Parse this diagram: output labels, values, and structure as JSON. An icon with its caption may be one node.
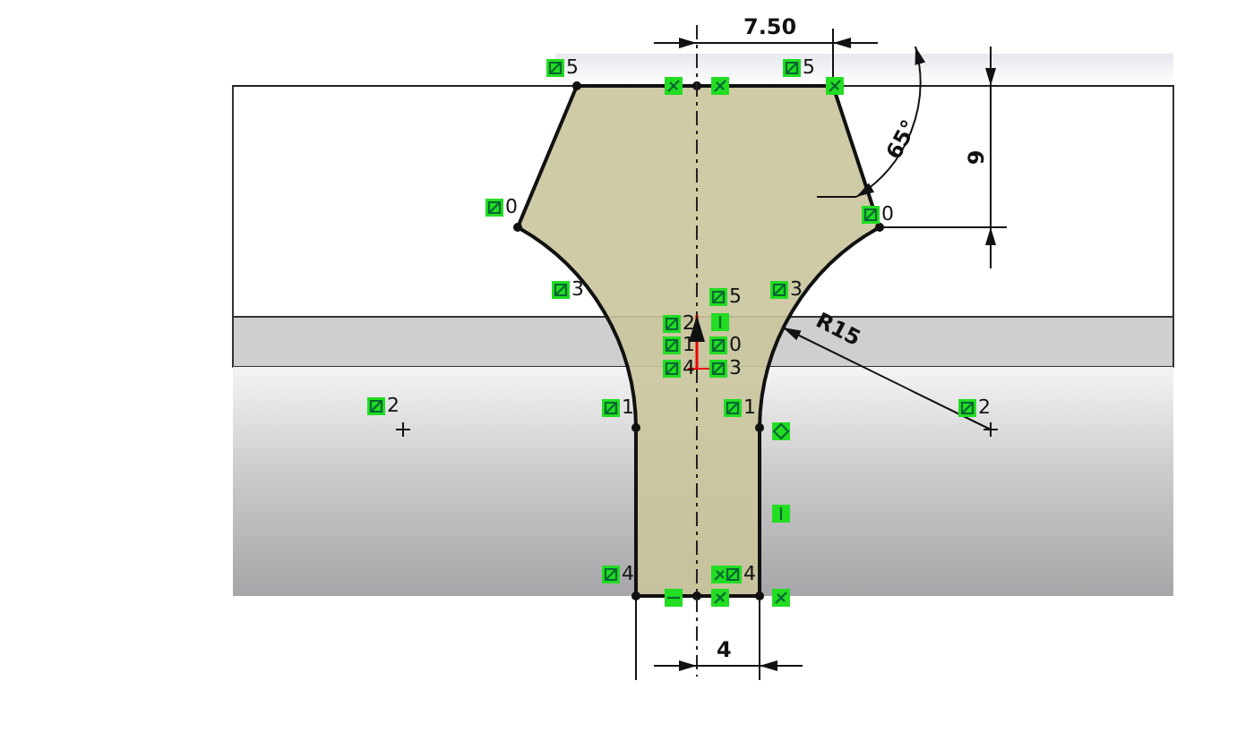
{
  "diagram": {
    "labels": [
      "7.50",
      "5",
      "5",
      "65°",
      "9",
      "0",
      "0",
      "3",
      "3",
      "5",
      "2",
      "R15",
      "1",
      "0",
      "4",
      "3",
      "2",
      "1",
      "1",
      "2",
      "4",
      "4",
      "4"
    ]
  }
}
